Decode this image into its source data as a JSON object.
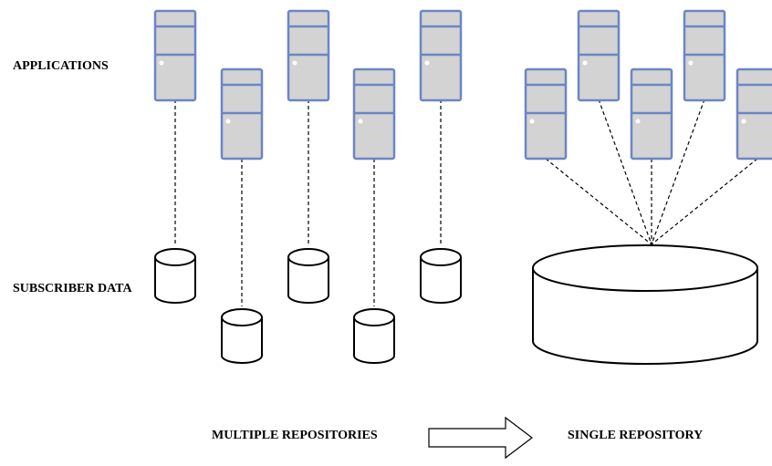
{
  "labels": {
    "applications": "APPLICATIONS",
    "subscriber_data": "SUBSCRIBER DATA",
    "multiple_repositories": "MULTIPLE REPOSITORIES",
    "single_repository": "SINGLE REPOSITORY"
  },
  "colors": {
    "server_fill": "#d3d3d3",
    "server_stroke": "#6b86c6",
    "line": "#000000"
  },
  "icons": {
    "server": "server-icon",
    "database": "database-cylinder-icon",
    "arrow": "right-arrow-icon"
  }
}
